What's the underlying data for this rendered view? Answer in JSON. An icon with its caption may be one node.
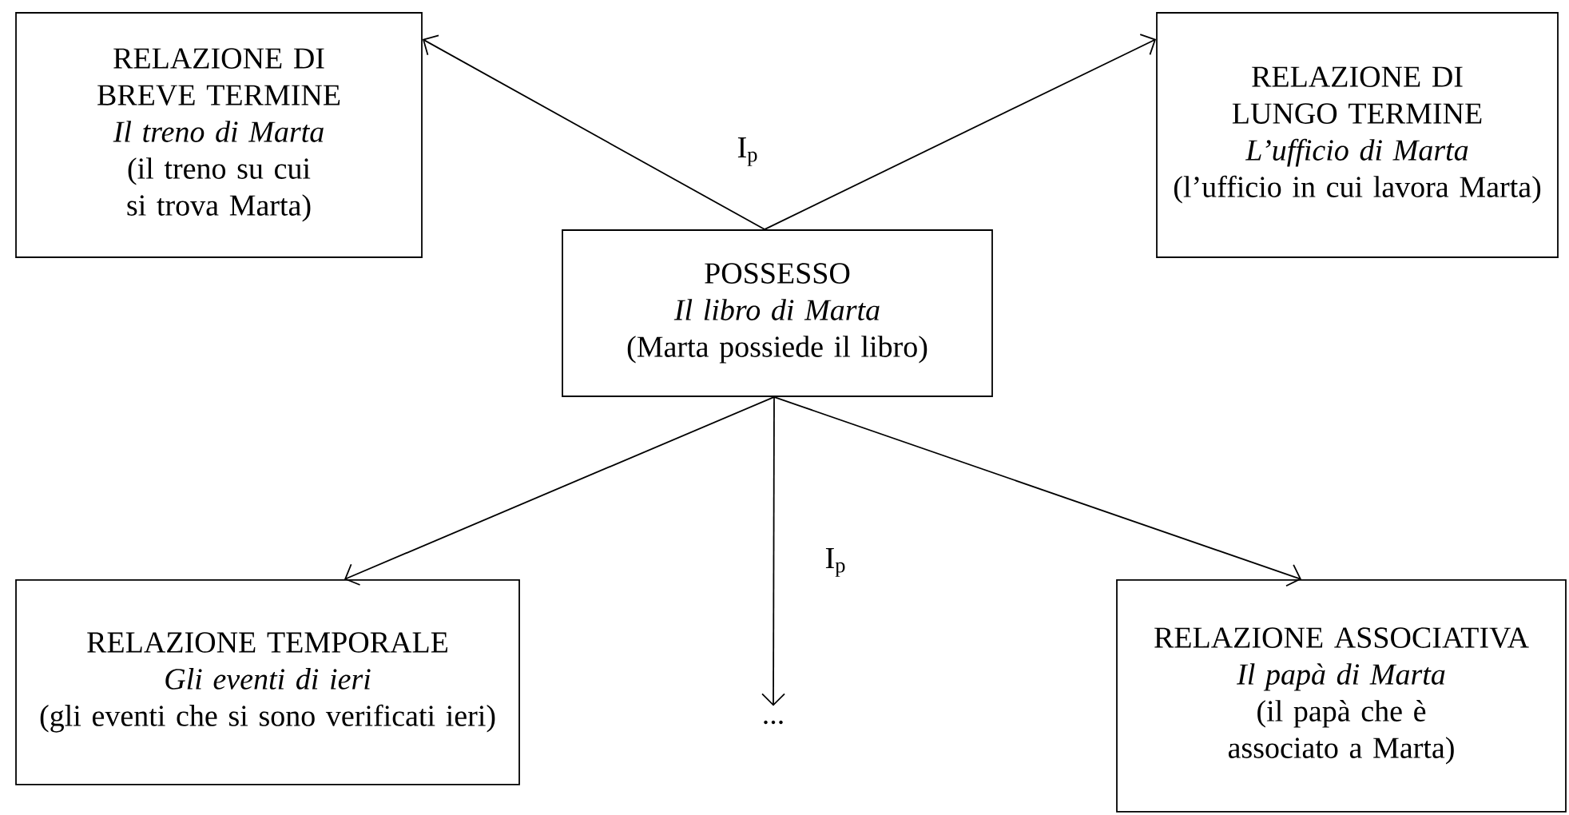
{
  "diagram": {
    "nodes": [
      {
        "text": [
          "RELAZIONE DI BREVE TERMINE",
          "Il treno di Marta",
          "(il treno su cui si trova Marta)"
        ]
      },
      {
        "text": [
          "RELAZIONE DI LUNGO TERMINE",
          "L’ufficio di Marta",
          "(l’ufficio in cui lavora Marta)"
        ]
      },
      {
        "text": [
          "POSSESSO",
          "Il libro di Marta",
          "(Marta possiede il libro)"
        ]
      },
      {
        "text": [
          "RELAZIONE TEMPORALE",
          "Gli eventi di ieri",
          "(gli eventi che si sono verificati ieri)"
        ]
      },
      {
        "text": [
          "..."
        ]
      },
      {
        "text": [
          "RELAZIONE ASSOCIATIVA",
          "Il papà di Marta",
          "(il papà che è associato a Marta)"
        ]
      }
    ],
    "edges": [
      {
        "from": 2,
        "to": 0,
        "arrow": "to"
      },
      {
        "from": 2,
        "to": 1,
        "arrow": "to"
      },
      {
        "from": 2,
        "to": 3,
        "arrow": "to"
      },
      {
        "from": 2,
        "to": 4,
        "arrow": "to"
      },
      {
        "from": 2,
        "to": 5,
        "arrow": "to"
      }
    ],
    "labels": [
      "I$_{p}$",
      "I$_{p}$"
    ]
  }
}
